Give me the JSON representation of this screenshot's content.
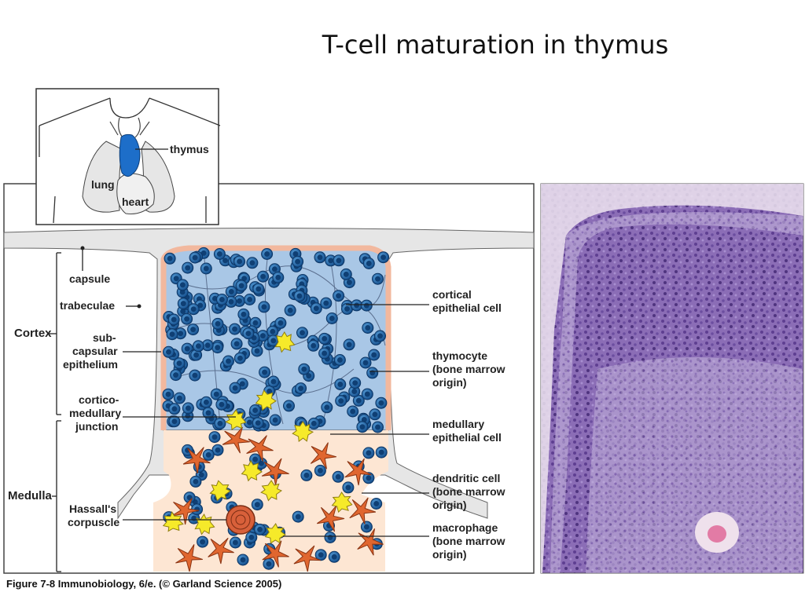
{
  "title": "T-cell maturation in thymus",
  "caption": "Figure 7-8  Immunobiology, 6/e. (© Garland Science 2005)",
  "inset": {
    "labels": [
      "thymus",
      "lung",
      "heart"
    ]
  },
  "left_labels": {
    "capsule": "capsule",
    "trabeculae": "trabeculae",
    "cortex": "Cortex",
    "subcapsular": [
      "sub-",
      "capsular",
      "epithelium"
    ],
    "corticomedullary": [
      "cortico-",
      "medullary",
      "junction"
    ],
    "medulla": "Medulla",
    "hassalls": [
      "Hassall's",
      "corpuscle"
    ]
  },
  "right_labels": {
    "cortical_epithelial": [
      "cortical",
      "epithelial cell"
    ],
    "thymocyte": [
      "thymocyte",
      "(bone marrow",
      "origin)"
    ],
    "medullary_epithelial": [
      "medullary",
      "epithelial cell"
    ],
    "dendritic": [
      "dendritic cell",
      "(bone marrow",
      "origin)"
    ],
    "macrophage": [
      "macrophage",
      "(bone marrow",
      "origin)"
    ]
  },
  "colors": {
    "cortex_fill": "#a9c7e6",
    "thymocyte": "#1f5fa3",
    "medulla_fill": "#fde6d3",
    "dendritic": "#e0662f",
    "macrophage": "#f6ea2a",
    "thymus_blue": "#1d6ec9",
    "micrograph": "#7a5ba8"
  }
}
